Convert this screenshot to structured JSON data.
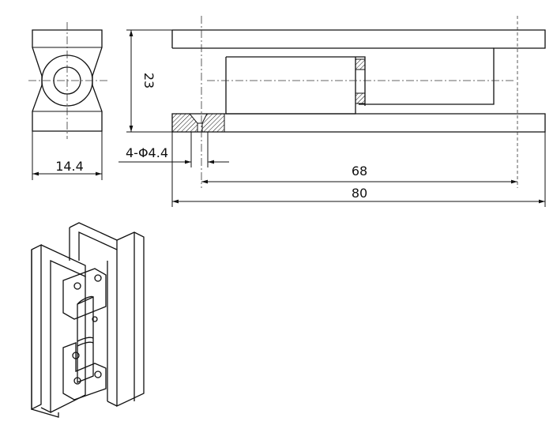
{
  "dimensions": {
    "width_small": "14.4",
    "height": "23",
    "holes": "4-Φ4.4",
    "hole_spacing": "68",
    "overall_length": "80"
  },
  "colors": {
    "line": "#111111",
    "background": "#ffffff"
  }
}
